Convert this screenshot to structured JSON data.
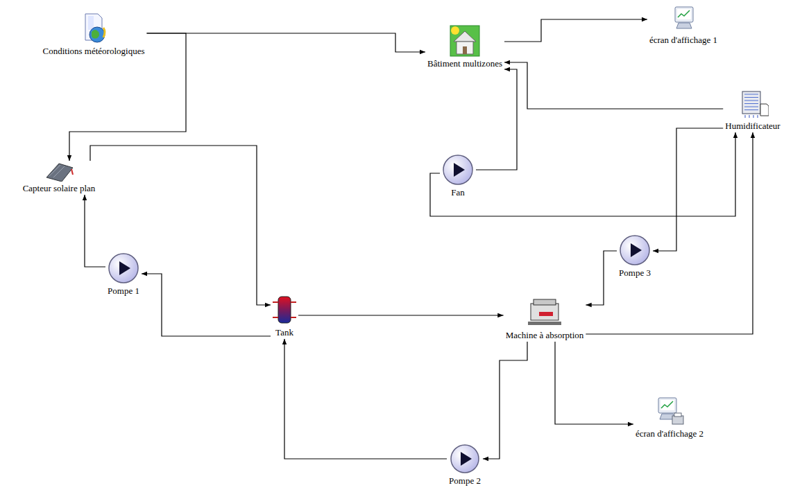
{
  "diagram": {
    "nodes": [
      {
        "text": [
          "Conditions météorologiques"
        ]
      },
      {
        "text": [
          "Bâtiment multizones"
        ]
      },
      {
        "text": [
          "écran d'affichage 1"
        ]
      },
      {
        "text": [
          "Humidificateur"
        ]
      },
      {
        "text": [
          "Capteur solaire plan"
        ]
      },
      {
        "text": [
          "Fan"
        ]
      },
      {
        "text": [
          "Pompe 3"
        ]
      },
      {
        "text": [
          "Pompe 1"
        ]
      },
      {
        "text": [
          "Tank"
        ]
      },
      {
        "text": [
          "Machine à absorption"
        ]
      },
      {
        "text": [
          "écran d'affichage 2"
        ]
      },
      {
        "text": [
          "Pompe 2"
        ]
      }
    ],
    "edges": [
      {
        "from": 0,
        "to": 1,
        "arrow": "to"
      },
      {
        "from": 0,
        "to": 4,
        "arrow": "to"
      },
      {
        "from": 1,
        "to": 2,
        "arrow": "to"
      },
      {
        "from": 4,
        "to": 8,
        "arrow": "to"
      },
      {
        "from": 7,
        "to": 4,
        "arrow": "to"
      },
      {
        "from": 8,
        "to": 7,
        "arrow": "to"
      },
      {
        "from": 8,
        "to": 9,
        "arrow": "to"
      },
      {
        "from": 9,
        "to": 11,
        "arrow": "to"
      },
      {
        "from": 11,
        "to": 8,
        "arrow": "to"
      },
      {
        "from": 9,
        "to": 10,
        "arrow": "to"
      },
      {
        "from": 9,
        "to": 3,
        "arrow": "to"
      },
      {
        "from": 3,
        "to": 6,
        "arrow": "to"
      },
      {
        "from": 6,
        "to": 9,
        "arrow": "to"
      },
      {
        "from": 3,
        "to": 1,
        "arrow": "to"
      },
      {
        "from": 5,
        "to": 1,
        "arrow": "to"
      },
      {
        "from": 5,
        "to": 3,
        "arrow": "to"
      }
    ]
  }
}
